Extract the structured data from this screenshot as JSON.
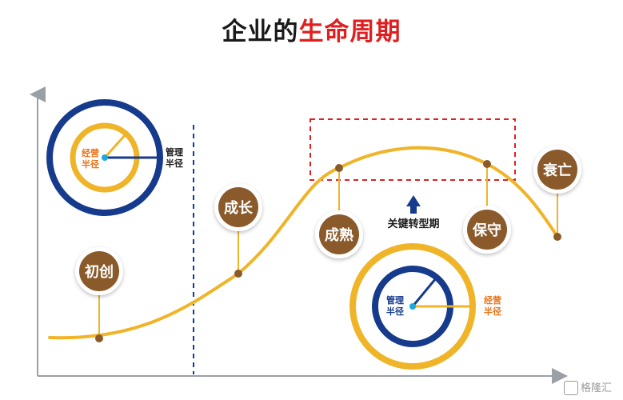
{
  "title": {
    "part1": "企业的",
    "part2": "生命周期"
  },
  "stages": {
    "chuchuang": "初创",
    "chengzhang": "成长",
    "chengshu": "成熟",
    "baoshou": "保守",
    "shuaiwang": "衰亡"
  },
  "transition_label": "关键转型期",
  "radius_labels": {
    "left_inner": [
      "经营",
      "半径"
    ],
    "left_outer": [
      "管理",
      "半径"
    ],
    "right_inner": [
      "管理",
      "半径"
    ],
    "right_outer": [
      "经营",
      "半径"
    ]
  },
  "watermark": "格隆汇",
  "colors": {
    "curve": "#f0b428",
    "node_fill": "#8a5a2b",
    "ring_blue": "#163b8c",
    "ring_gold": "#f0b428",
    "accent_red": "#e02020",
    "label_orange": "#e8721a"
  }
}
